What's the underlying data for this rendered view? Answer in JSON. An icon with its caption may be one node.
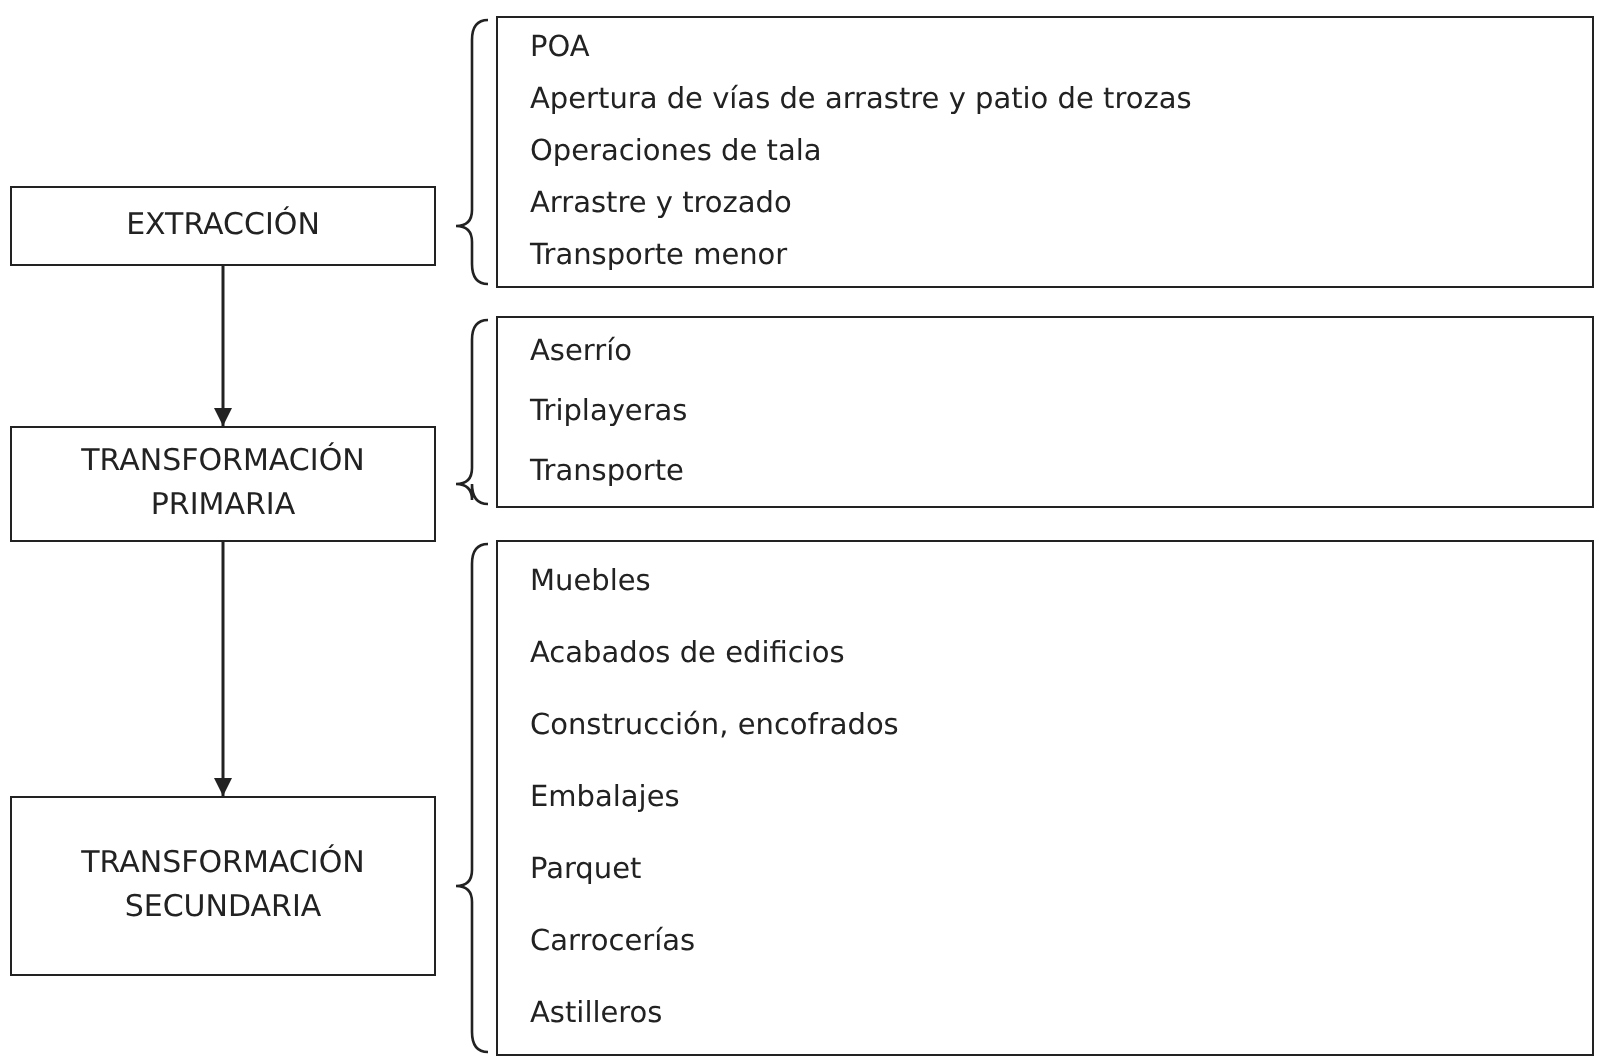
{
  "diagram": {
    "nodes": [
      {
        "text": [
          "EXTRACCIÓN"
        ]
      },
      {
        "text": [
          "POA",
          "Apertura de vías de arrastre y patio de trozas",
          "Operaciones de tala",
          "Arrastre y trozado",
          "Transporte menor"
        ]
      },
      {
        "text": [
          "TRANSFORMACIÓN PRIMARIA"
        ]
      },
      {
        "text": [
          "Aserrío",
          "Triplayeras",
          "Transporte"
        ]
      },
      {
        "text": [
          "TRANSFORMACIÓN SECUNDARIA"
        ]
      },
      {
        "text": [
          "Muebles",
          "Acabados de edificios",
          "Construcción, encofrados",
          "Embalajes",
          "Parquet",
          "Carrocerías",
          "Astilleros"
        ]
      }
    ],
    "edges": [
      {
        "from": 0,
        "to": 2,
        "arrow": "to"
      },
      {
        "from": 2,
        "to": 4,
        "arrow": "to"
      }
    ]
  }
}
